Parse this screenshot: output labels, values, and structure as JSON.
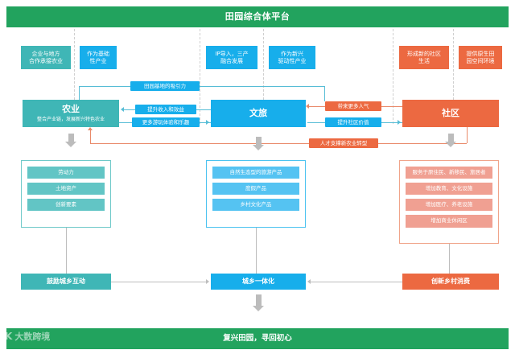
{
  "header": {
    "title": "田园综合体平台"
  },
  "footer": {
    "title": "复兴田园，寻回初心"
  },
  "watermark": {
    "mark": "K",
    "text": "大数跨境"
  },
  "top_tags": [
    {
      "label": "企业与地方\n合作承接农业",
      "color": "#3fb6b6"
    },
    {
      "label": "作为基础\n性产业",
      "color": "#17aeeb"
    },
    {
      "label": "IP导入，三产\n融合发展",
      "color": "#17aeeb"
    },
    {
      "label": "作为新兴\n驱动性产业",
      "color": "#17aeeb"
    },
    {
      "label": "形成新的社区\n生活",
      "color": "#ec6941"
    },
    {
      "label": "提供原生田\n园空间环境",
      "color": "#ec6941"
    }
  ],
  "pillars": [
    {
      "title": "农业",
      "subtitle": "整合产业链，发展新兴特色农业",
      "color": "#3fb6b6"
    },
    {
      "title": "文旅",
      "subtitle": "",
      "color": "#17aeeb"
    },
    {
      "title": "社区",
      "subtitle": "",
      "color": "#ec6941"
    }
  ],
  "connectors": [
    {
      "label": "田园基地的吸引力",
      "color": "#17aeeb",
      "direction": "right-to-left"
    },
    {
      "label": "提升收入和效益",
      "color": "#17aeeb",
      "direction": "right-to-left"
    },
    {
      "label": "更多游玩体验和乐趣",
      "color": "#17aeeb",
      "direction": "left-to-right"
    },
    {
      "label": "带来更多人气",
      "color": "#ec6941",
      "direction": "right-to-left"
    },
    {
      "label": "提升社区价值",
      "color": "#17aeeb",
      "direction": "left-to-right"
    },
    {
      "label": "人才支撑新农业转型",
      "color": "#ec6941",
      "direction": "right-to-left"
    }
  ],
  "panels": [
    {
      "name": "agriculture-outputs",
      "border": "#6fc9c9",
      "items": [
        "劳动力",
        "土地资产",
        "创新要素"
      ]
    },
    {
      "name": "tourism-outputs",
      "border": "#4cc3f0",
      "items": [
        "自然生态型的旅游产品",
        "度假产品",
        "乡村文化产品"
      ]
    },
    {
      "name": "community-outputs",
      "border": "#f0a48a",
      "items": [
        "服务于原住民、新移民、旅居者",
        "增加教育、文化设施",
        "增加医疗、养老设施",
        "增加商业休闲区"
      ]
    }
  ],
  "bottom_row": [
    {
      "label": "鼓励城乡互动",
      "color": "#3fb6b6"
    },
    {
      "label": "城乡一体化",
      "color": "#17aeeb"
    },
    {
      "label": "创新乡村消费",
      "color": "#ec6941"
    }
  ]
}
